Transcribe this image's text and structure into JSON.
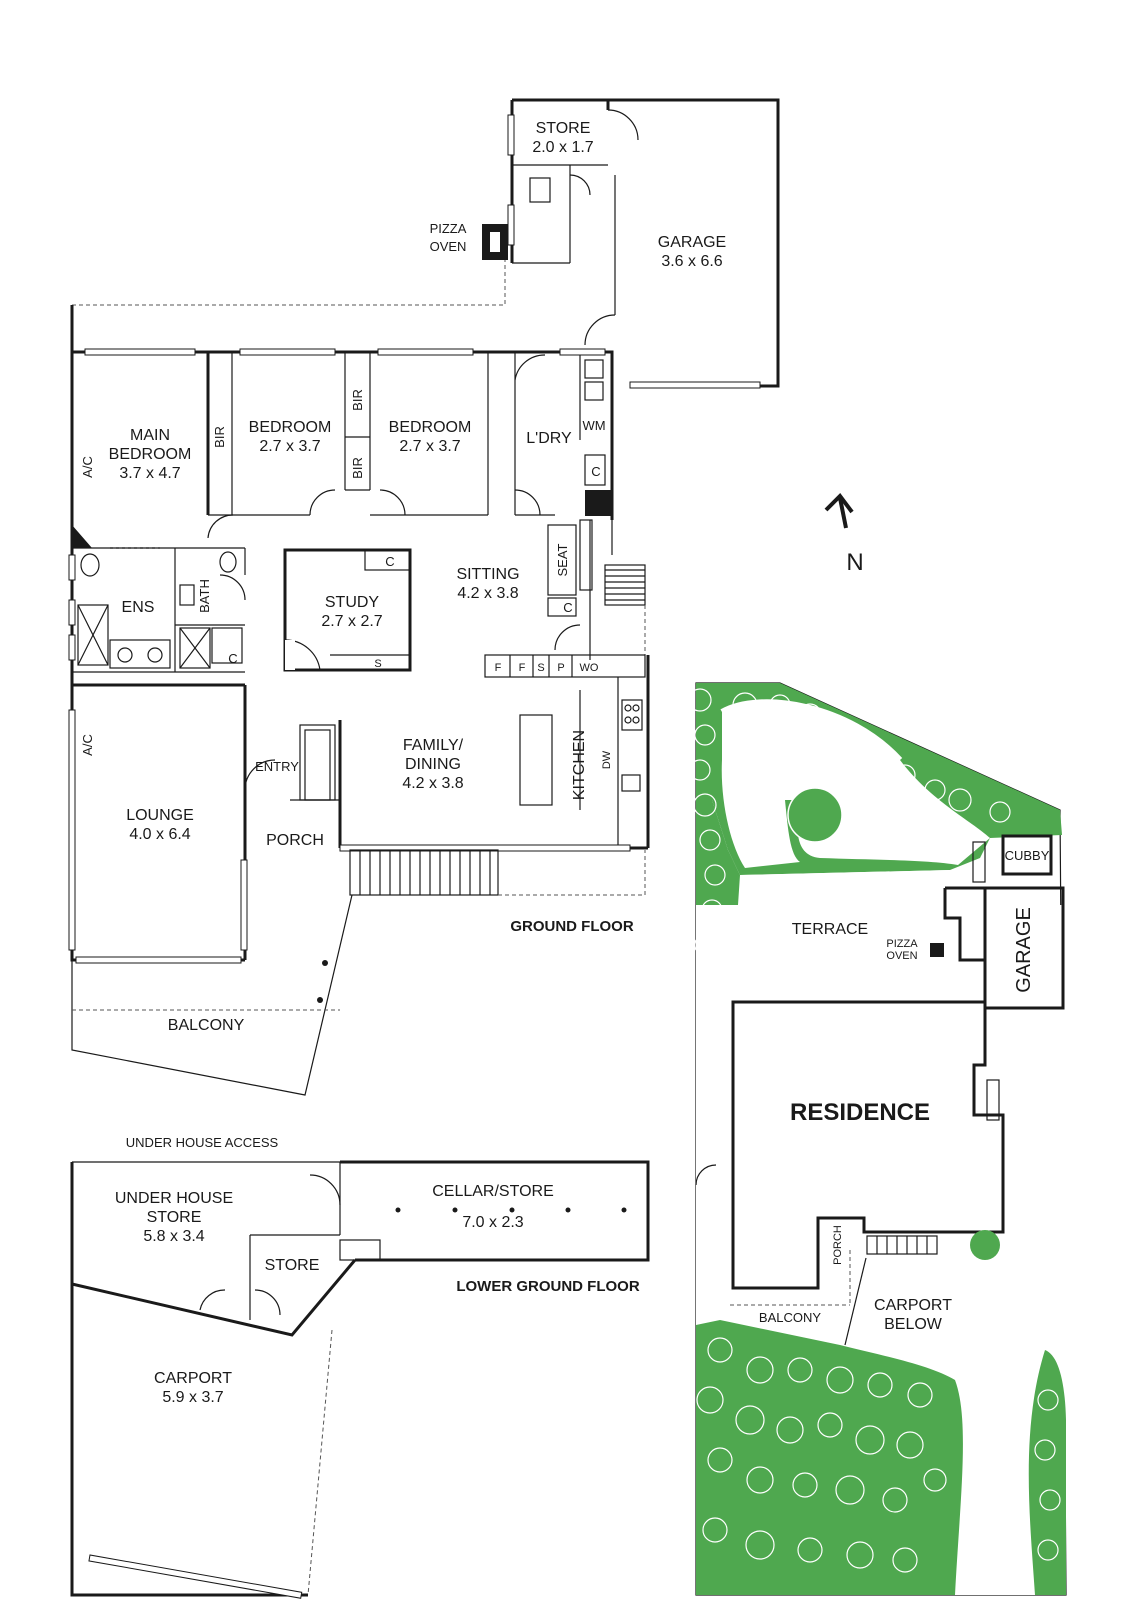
{
  "ground_floor": {
    "heading": "GROUND FLOOR",
    "rooms": {
      "store": {
        "name": "STORE",
        "dim": "2.0 x 1.7"
      },
      "pizza_oven": {
        "line1": "PIZZA",
        "line2": "OVEN"
      },
      "garage": {
        "name": "GARAGE",
        "dim": "3.6 x 6.6"
      },
      "main_bedroom": {
        "line1": "MAIN",
        "line2": "BEDROOM",
        "dim": "3.7 x 4.7"
      },
      "bir": "BIR",
      "bedroom2": {
        "name": "BEDROOM",
        "dim": "2.7 x 3.7"
      },
      "bedroom3": {
        "name": "BEDROOM",
        "dim": "2.7 x 3.7"
      },
      "laundry": "L'DRY",
      "wm": "WM",
      "c": "C",
      "ac": "A/C",
      "ens": "ENS",
      "bath": "BATH",
      "study": {
        "name": "STUDY",
        "dim": "2.7 x 2.7"
      },
      "s": "S",
      "sitting": {
        "name": "SITTING",
        "dim": "4.2 x 3.8"
      },
      "seat": "SEAT",
      "kitchen_labels": [
        "F",
        "F",
        "S",
        "P",
        "WO"
      ],
      "family": {
        "line1": "FAMILY/",
        "line2": "DINING",
        "dim": "4.2 x 3.8"
      },
      "kitchen": "KITCHEN",
      "dw": "DW",
      "entry": "ENTRY",
      "lounge": {
        "name": "LOUNGE",
        "dim": "4.0 x 6.4"
      },
      "porch": "PORCH",
      "balcony": "BALCONY"
    }
  },
  "lower_ground_floor": {
    "heading": "LOWER GROUND FLOOR",
    "under_house_access": "UNDER HOUSE ACCESS",
    "rooms": {
      "under_house_store": {
        "line1": "UNDER HOUSE",
        "line2": "STORE",
        "dim": "5.8 x 3.4"
      },
      "cellar": {
        "name": "CELLAR/STORE",
        "dim": "7.0 x 2.3"
      },
      "store": "STORE",
      "carport": {
        "name": "CARPORT",
        "dim": "5.9 x 3.7"
      }
    }
  },
  "site_plan": {
    "north": "N",
    "cubby": "CUBBY",
    "terrace": "TERRACE",
    "pizza_oven": {
      "line1": "PIZZA",
      "line2": "OVEN"
    },
    "garage": "GARAGE",
    "residence": "RESIDENCE",
    "porch": "PORCH",
    "balcony": "BALCONY",
    "carport_below": {
      "line1": "CARPORT",
      "line2": "BELOW"
    }
  },
  "colors": {
    "garden": "#4fa84f",
    "wall": "#1a1a1a"
  }
}
